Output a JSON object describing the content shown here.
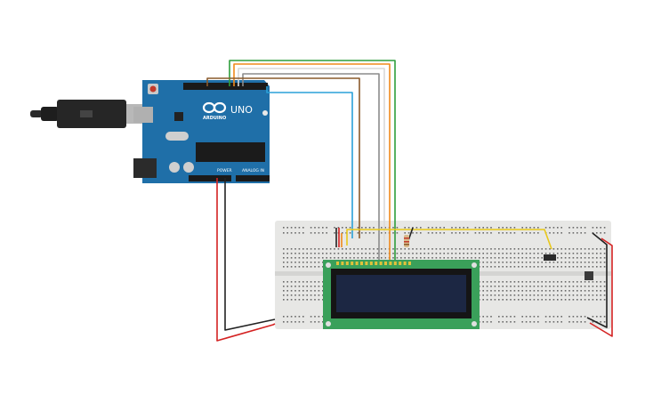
{
  "arduino": {
    "logo_text": "ARDUINO",
    "model": "UNO",
    "power_label": "POWER",
    "analog_label": "ANALOG IN",
    "board_color": "#1f6fa8"
  },
  "lcd": {
    "pcb_color": "#3aa05a",
    "screen_color": "#1c2743"
  },
  "breadboard": {
    "color": "#e7e7e5"
  },
  "wire_colors": {
    "green": "#2f9e3c",
    "orange": "#f08a1c",
    "white": "#d9d9d9",
    "gray": "#8c8c8c",
    "brown": "#8a5a2b",
    "blue": "#2aa0d8",
    "red": "#d42222",
    "black": "#222222",
    "yellow": "#e8c81a"
  }
}
